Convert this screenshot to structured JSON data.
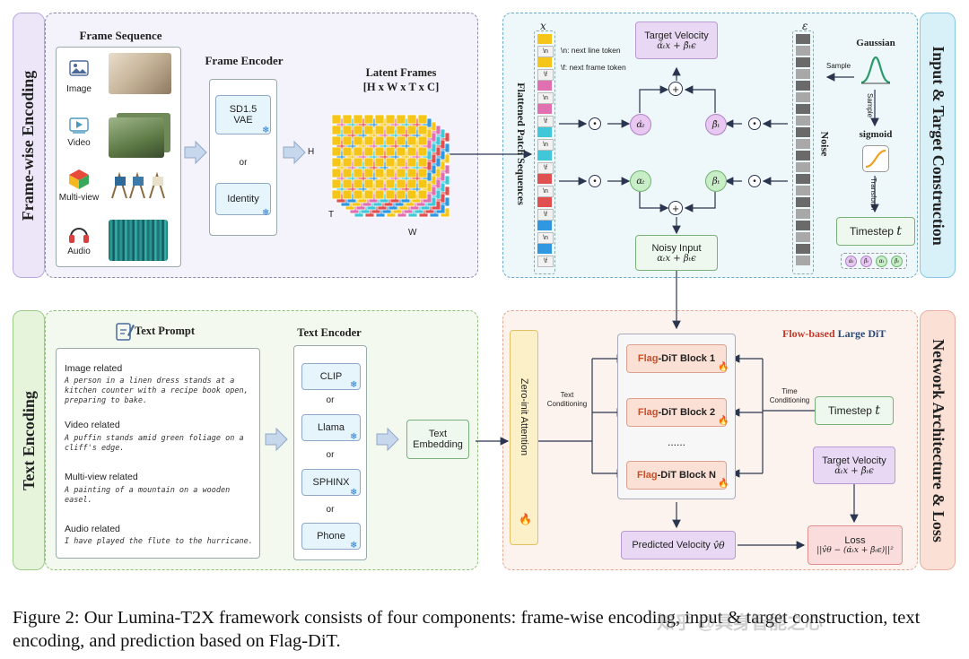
{
  "frame_encoding": {
    "side_label": "Frame-wise Encoding",
    "frame_sequence_title": "Frame Sequence",
    "modalities": [
      "Image",
      "Video",
      "Multi-view",
      "Audio"
    ],
    "frame_encoder_title": "Frame Encoder",
    "vae_line1": "SD1.5",
    "vae_line2": "VAE",
    "or": "or",
    "identity": "Identity",
    "latent_title": "Latent Frames",
    "latent_shape": "[H x W x T x C]",
    "axis_h": "H",
    "axis_t": "T",
    "axis_w": "W"
  },
  "input_target": {
    "side_label": "Input & Target Construction",
    "x_label": "x",
    "eps_label": "ε",
    "flattened_label": "Flattened Patch Sequences",
    "noise_label": "Noise",
    "legend_n": "\\n: next line token",
    "legend_f": "\\f: next frame token",
    "token_n": "\\n",
    "token_f": "\\f",
    "target_velocity_title": "Target Velocity",
    "target_velocity_formula": "α̇ₜx + β̇ₜϵ",
    "noisy_input_title": "Noisy Input",
    "noisy_input_formula": "αₜx + βₜϵ",
    "alpha_dot": "α̇ₜ",
    "beta_dot": "β̇ₜ",
    "alpha": "αₜ",
    "beta": "βₜ",
    "gaussian": "Gaussian",
    "sample1": "Sample",
    "sample2": "Sample",
    "sigmoid": "sigmoid",
    "transform": "Transform",
    "timestep_title": "Timestep",
    "timestep_var": "t",
    "mini_coeffs": [
      "α̇ₜ",
      "β̇ₜ",
      "αₜ",
      "βₜ"
    ],
    "colors": {
      "yellow": "#f5c518",
      "pink": "#e070b0",
      "cyan": "#40c8d8",
      "red": "#e05050",
      "blue": "#3098e0",
      "purple_fill": "#e8c8f0",
      "green_fill": "#c8eec8"
    }
  },
  "text_encoding": {
    "side_label": "Text Encoding",
    "prompt_title": "Text Prompt",
    "prompts": [
      {
        "heading": "Image related",
        "text": "A person in a linen dress stands at a kitchen counter with a recipe book open, preparing to bake."
      },
      {
        "heading": "Video related",
        "text": "A puffin stands amid green foliage on a cliff's edge."
      },
      {
        "heading": "Multi-view related",
        "text": "A painting of a mountain on a wooden easel."
      },
      {
        "heading": "Audio related",
        "text": "I have played the flute to the hurricane."
      }
    ],
    "encoder_title": "Text Encoder",
    "encoders": [
      "CLIP",
      "Llama",
      "SPHINX",
      "Phone"
    ],
    "or": "or",
    "embedding_line1": "Text",
    "embedding_line2": "Embedding"
  },
  "network": {
    "side_label": "Network Architecture & Loss",
    "dit_title_flow": "Flow-based",
    "dit_title_rest": "Large DiT",
    "zero_init": "Zero-init Attention",
    "text_conditioning_1": "Text",
    "text_conditioning_2": "Conditioning",
    "time_conditioning_1": "Time",
    "time_conditioning_2": "Conditioning",
    "flag_prefix": "Flag",
    "blocks": [
      "-DiT Block 1",
      "-DiT Block 2",
      "-DiT Block N"
    ],
    "dots": "......",
    "timestep_title": "Timestep",
    "timestep_var": "t",
    "target_velocity_title": "Target Velocity",
    "target_velocity_formula": "α̇ₜx + β̇ₜϵ",
    "predicted_title": "Predicted Velocity",
    "predicted_var": "v̂θ",
    "loss_title": "Loss",
    "loss_formula": "||v̂θ − (α̇ₜx + β̇ₜϵ)||²"
  },
  "caption": {
    "line1": "Figure 2: Our Lumina-T2X framework consists of four components: frame-wise encoding, input & target construction, text encoding, and prediction based on Flag-DiT."
  },
  "watermark": "知乎 @具身智能之心"
}
